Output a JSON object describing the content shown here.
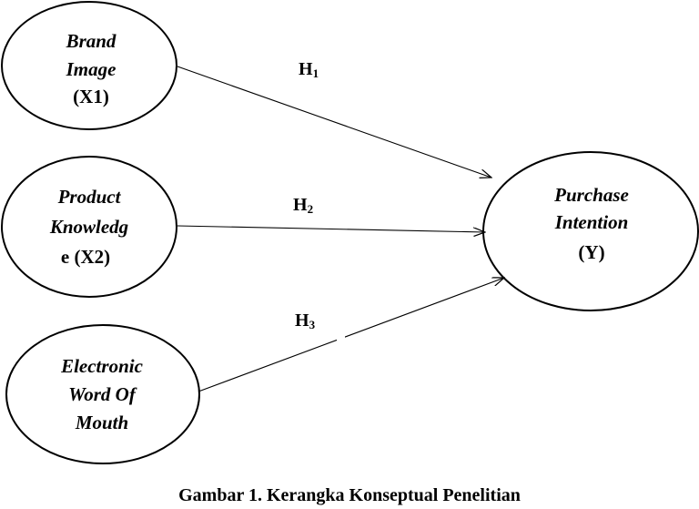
{
  "nodes": {
    "x1": {
      "lines": [
        "Brand",
        "Image",
        "(X1)"
      ],
      "italic": [
        true,
        true,
        false
      ]
    },
    "x2": {
      "lines": [
        "Product",
        "Knowledg",
        "e (X2)"
      ],
      "italic": [
        true,
        true,
        false
      ]
    },
    "x3": {
      "lines": [
        "Electronic",
        "Word Of",
        "Mouth"
      ],
      "italic": [
        true,
        true,
        true
      ]
    },
    "y": {
      "lines": [
        "Purchase",
        "Intention",
        "(Y)"
      ],
      "italic": [
        true,
        true,
        false
      ]
    }
  },
  "hypotheses": {
    "h1": {
      "letter": "H",
      "number": "1"
    },
    "h2": {
      "letter": "H",
      "number": "2"
    },
    "h3": {
      "letter": "H",
      "number": "3"
    }
  },
  "caption": "Gambar 1. Kerangka Konseptual Penelitian",
  "colors": {
    "stroke": "#000000",
    "background": "#ffffff"
  }
}
